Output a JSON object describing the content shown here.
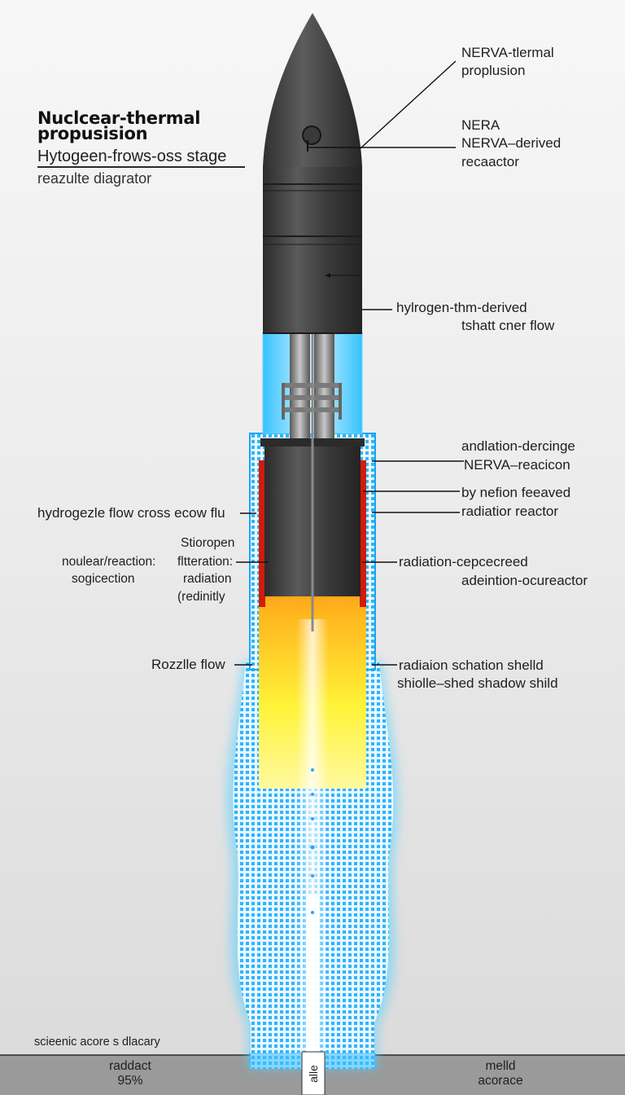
{
  "header": {
    "title_line1": "Nuclcear-thermal",
    "title_line2": "propusision",
    "subtitle": "Hytogeen-frows-oss stage",
    "caption": "reazulte diagrator"
  },
  "labels": {
    "right": [
      "NERVA-tlermal",
      "proplusion",
      "NERA",
      "NERVA–derived",
      "recaactor",
      "hylrogen-thm-derived",
      "tshatt cner flow",
      "andlation-dercinge",
      "NERVA–reacicon",
      "by nefion feeaved",
      "radiatior reactor",
      "radiation-cepcecreed",
      "adeintion-ocureactor",
      "radiaion schation shelld",
      "shiolle–shed shadow shild"
    ],
    "left": [
      "hydrogezle flow cross ecow flu",
      "Stioropen",
      "noulear/reaction:",
      "fltteration:",
      "sogicection",
      "radiation",
      "(redinitly",
      "Rozzlle flow"
    ]
  },
  "footer": {
    "note": "scieenic acore s dlacary",
    "left_line1": "raddact",
    "left_line2": "95%",
    "right_line1": "melld",
    "right_line2": "acorace",
    "vertical_tag": "alle"
  },
  "colors": {
    "body_dark": "#3b3b3b",
    "coolant_blue": "#2fb8ff",
    "exhaust_red": "#d0160a",
    "exhaust_yellow": "#fff23a",
    "background": "#ececec"
  }
}
